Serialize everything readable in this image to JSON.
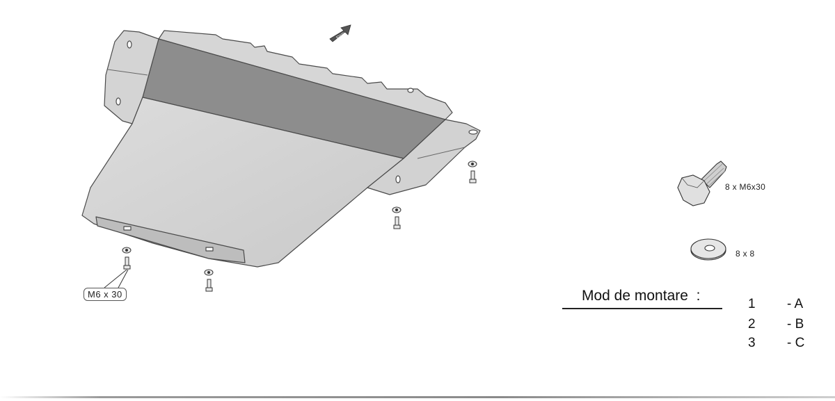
{
  "diagram": {
    "callout_label": "M6 x 30",
    "fwd_label": "FWD"
  },
  "hardware": {
    "bolt_label": "8 x  M6x30",
    "washer_label": "8 x 8"
  },
  "mounting": {
    "title": "Mod de montare  :",
    "rows": [
      {
        "num": "1",
        "letter": "- A"
      },
      {
        "num": "2",
        "letter": "- B"
      },
      {
        "num": "3",
        "letter": "- C"
      }
    ]
  }
}
